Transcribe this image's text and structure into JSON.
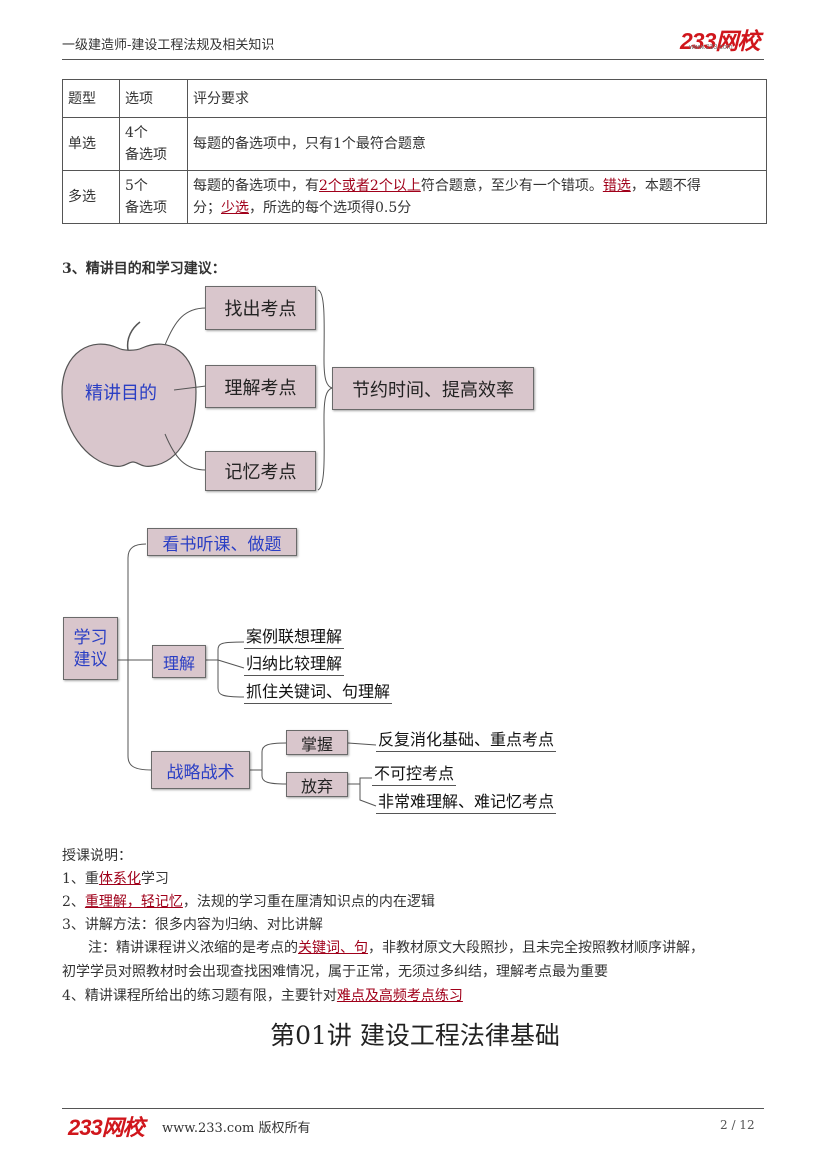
{
  "header": {
    "title": "一级建造师-建设工程法规及相关知识",
    "logo": "233网校",
    "url": "www.233.com"
  },
  "table": {
    "headers": [
      "题型",
      "选项",
      "评分要求"
    ],
    "rows": [
      {
        "type": "单选",
        "options_line1": "4个",
        "options_line2": "备选项",
        "rule": "每题的备选项中，只有1个最符合题意"
      },
      {
        "type": "多选",
        "options_line1": "5个",
        "options_line2": "备选项",
        "rule_p1": "每题的备选项中，有",
        "rule_u1": "2个或者2个以上",
        "rule_p2": "符合题意，至少有一个错项。",
        "rule_u2": "错选",
        "rule_p3": "，本题不得",
        "rule_p4": "分；",
        "rule_u3": "少选",
        "rule_p5": "，所选的每个选项得0.5分"
      }
    ]
  },
  "section3": {
    "title": "3、精讲目的和学习建议：",
    "apple_label": "精讲目的",
    "goals": [
      "找出考点",
      "理解考点",
      "记忆考点"
    ],
    "result": "节约时间、提高效率"
  },
  "advice": {
    "root": "学习",
    "root2": "建议",
    "b1": "看书听课、做题",
    "b2": "理解",
    "b2_items": [
      "案例联想理解",
      "归纳比较理解",
      "抓住关键词、句理解"
    ],
    "b3": "战略战术",
    "b3a": "掌握",
    "b3a_item": "反复消化基础、重点考点",
    "b3b": "放弃",
    "b3b_items": [
      "不可控考点",
      "非常难理解、难记忆考点"
    ]
  },
  "notes": {
    "heading": "授课说明：",
    "n1_a": "1、重",
    "n1_u": "体系化",
    "n1_b": "学习",
    "n2_a": "2、",
    "n2_u": "重理解，轻记忆",
    "n2_b": "，法规的学习重在厘清知识点的内在逻辑",
    "n3": "3、讲解方法：很多内容为归纳、对比讲解",
    "n_note_a": "注：精讲课程讲义浓缩的是考点的",
    "n_note_u": "关键词、句",
    "n_note_b": "，非教材原文大段照抄，且未完全按照教材顺序讲解，",
    "n_note_c": "初学学员对照教材时会出现查找困难情况，属于正常，无须过多纠结，理解考点最为重要",
    "n4_a": "4、精讲课程所给出的练习题有限，主要针对",
    "n4_u": "难点及高频考点练习"
  },
  "chapter_title": "第01讲  建设工程法律基础",
  "footer": {
    "logo": "233网校",
    "text": "www.233.com 版权所有",
    "page": "2 / 12"
  },
  "colors": {
    "accent_red": "#d0161c",
    "underline_red": "#a0001a",
    "box_fill": "#d9c6cc",
    "blue_text": "#2a3ec4"
  }
}
